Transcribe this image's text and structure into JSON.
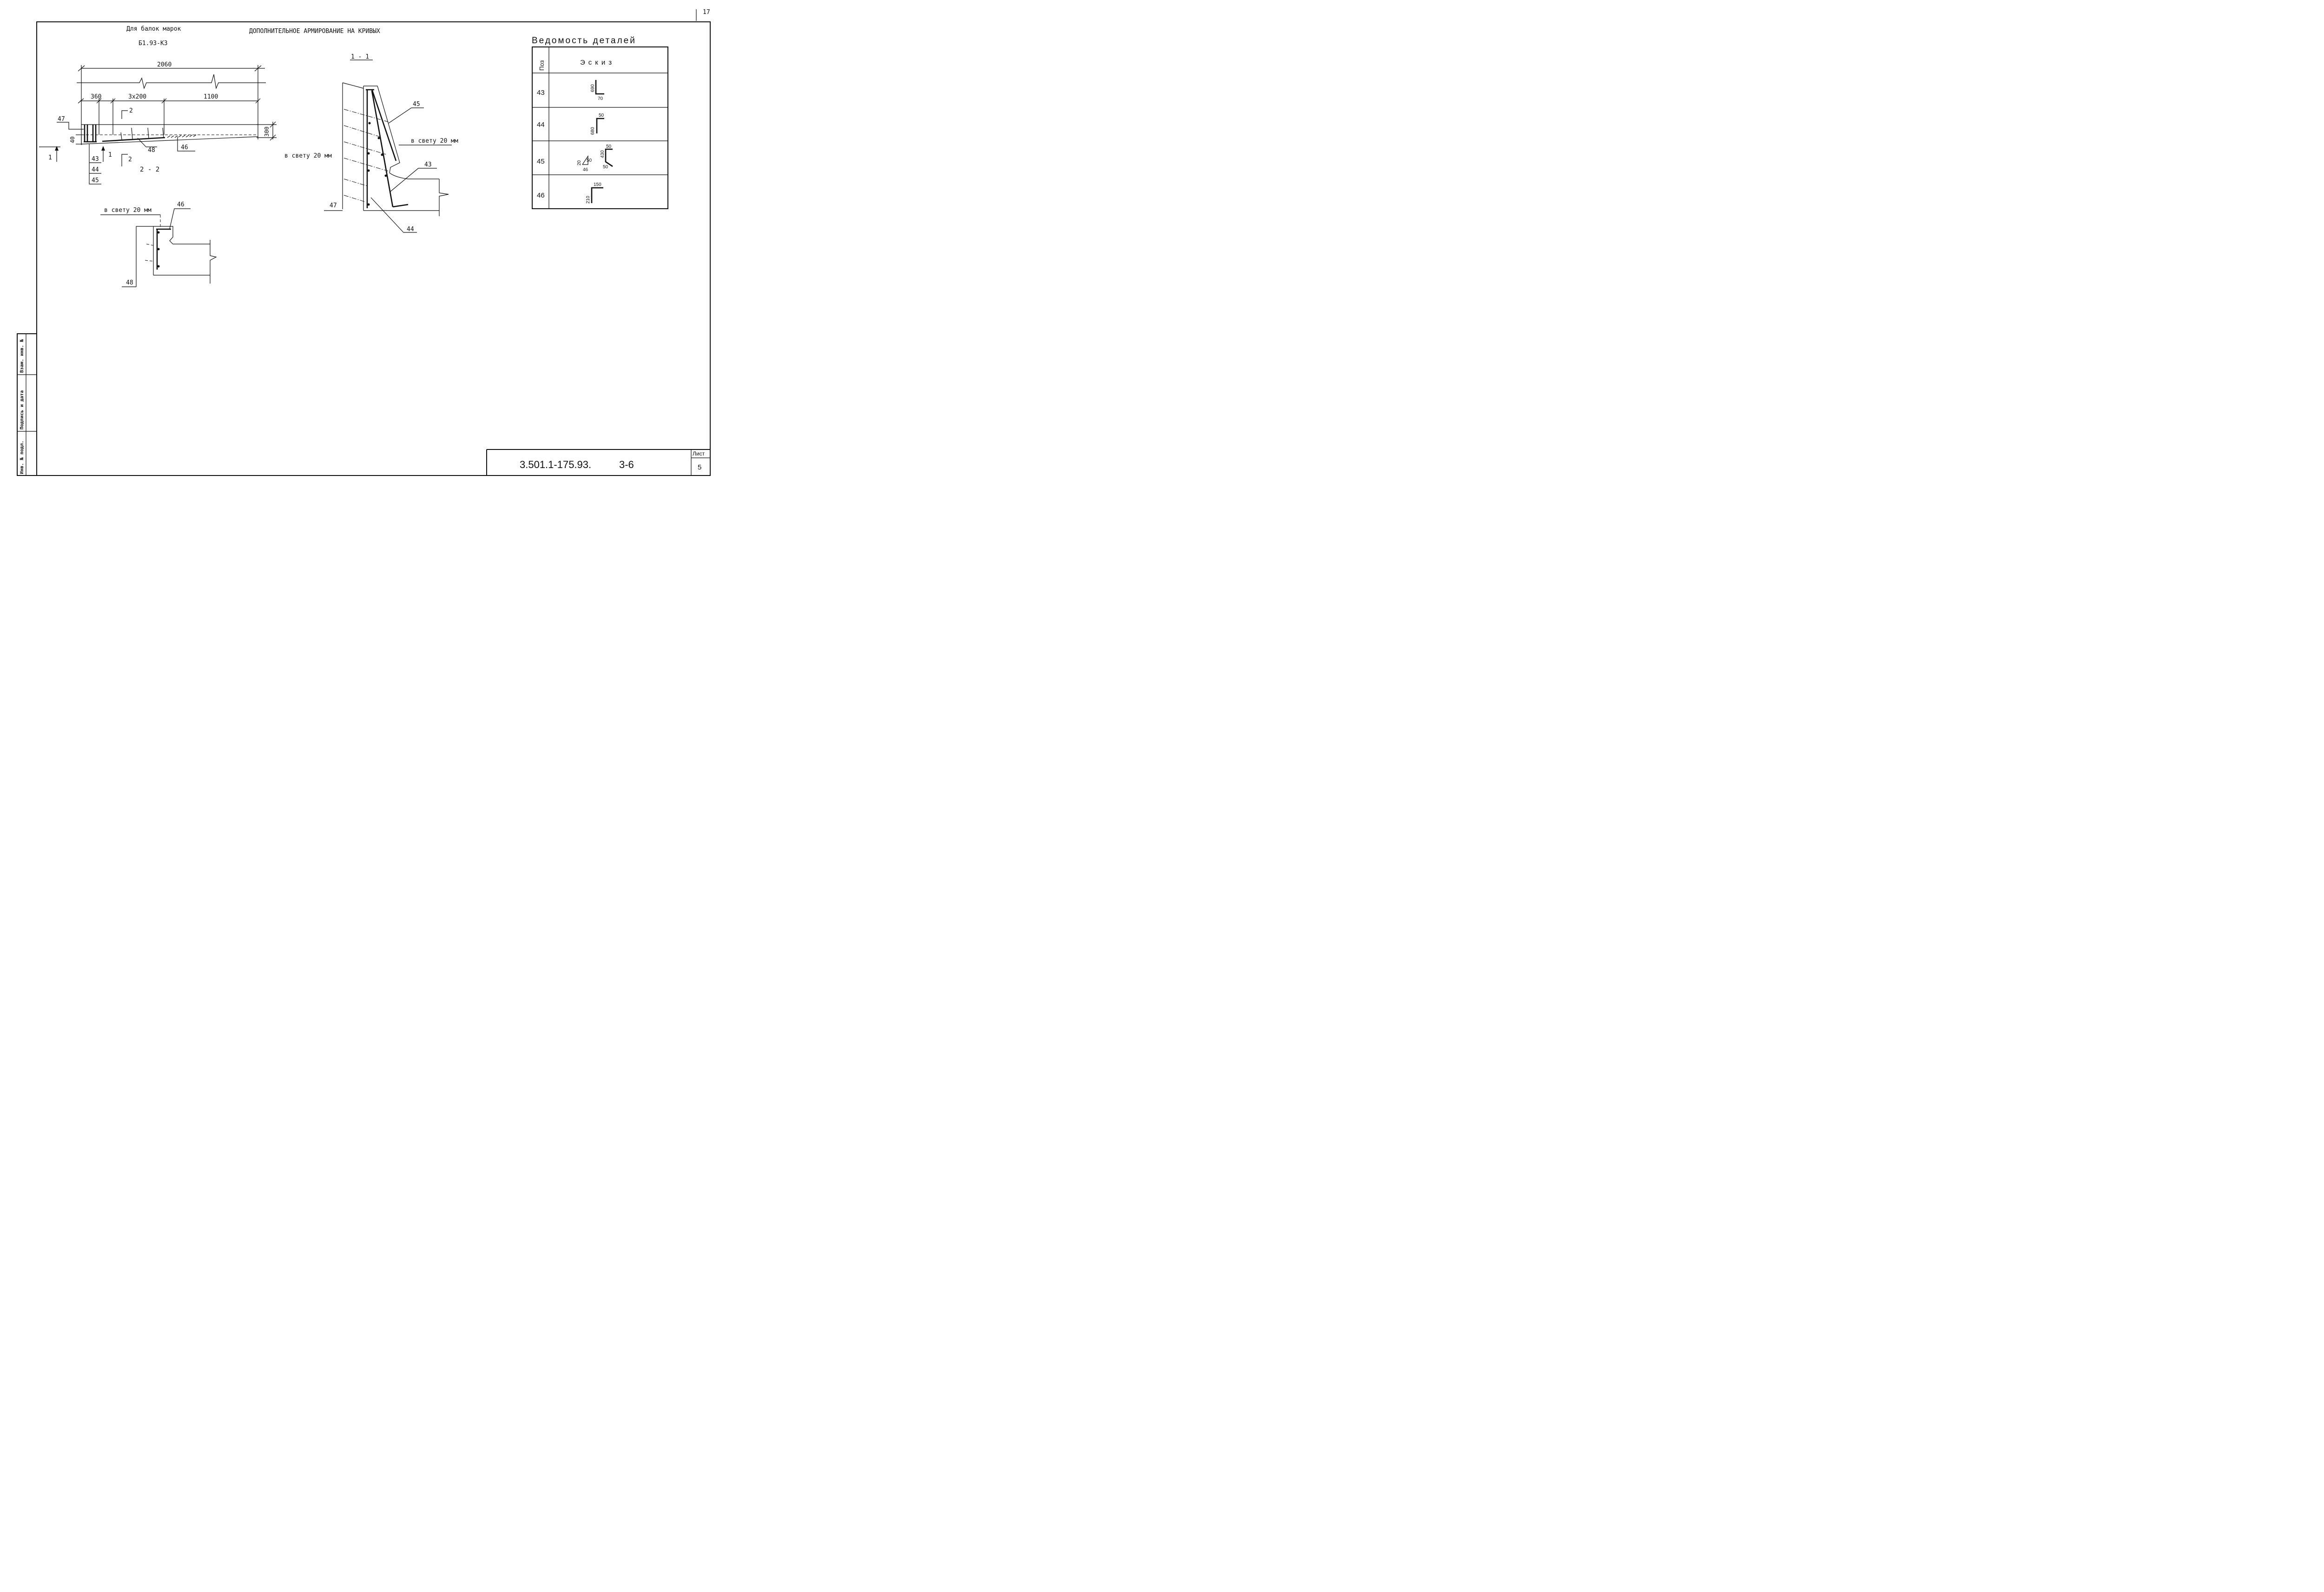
{
  "sheet": {
    "page_number": "17",
    "title_note_line1": "Для балок марок",
    "title_note_line2": "Б1.93-К3",
    "main_title": "ДОПОЛНИТЕЛЬНОЕ АРМИРОВАНИЕ НА КРИВЫХ",
    "section_1_label": "1 - 1",
    "section_2_label": "2 - 2",
    "cut_marker_1": "1",
    "cut_marker_2": "2"
  },
  "elevation": {
    "dim_total": "2060",
    "dim_360": "360",
    "dim_3x200": "3x200",
    "dim_1100": "1100",
    "dim_300": "300",
    "dim_40": "40",
    "pos_47": "47",
    "pos_48": "48",
    "pos_46": "46",
    "pos_43": "43",
    "pos_44": "44",
    "pos_45": "45"
  },
  "section_1": {
    "clearance_right": "в свету 20 мм",
    "clearance_left": "в свету 20 мм",
    "pos_45": "45",
    "pos_43": "43",
    "pos_47": "47",
    "pos_44": "44"
  },
  "section_2": {
    "clearance": "в свету 20 мм",
    "pos_46": "46",
    "pos_48": "48"
  },
  "details_table": {
    "title": "Ведомость деталей",
    "col_pos": "Поз",
    "col_sketch": "Эскиз",
    "rows": [
      {
        "pos": "43",
        "dims": [
          "690",
          "70"
        ]
      },
      {
        "pos": "44",
        "dims": [
          "50",
          "680"
        ]
      },
      {
        "pos": "45",
        "dims": [
          "430",
          "50",
          "20",
          "50",
          "46",
          "50"
        ]
      },
      {
        "pos": "46",
        "dims": [
          "150",
          "210"
        ]
      }
    ]
  },
  "side_stamp": {
    "cells": [
      "Инв. № подл.",
      "Подпись и дата",
      "Взам. инв. №"
    ]
  },
  "title_block": {
    "doc_code": "3.501.1-175.93.",
    "part": "3-6",
    "sheet_label": "Лист",
    "sheet_number": "5"
  }
}
